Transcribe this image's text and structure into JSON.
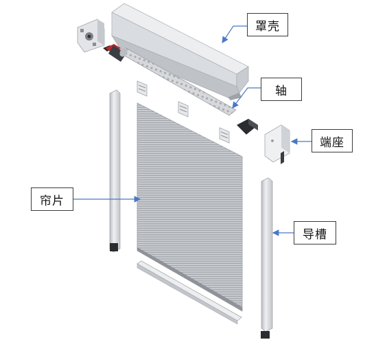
{
  "labels": {
    "cover": "罩壳",
    "shaft": "轴",
    "end_seat": "端座",
    "curtain": "帘片",
    "guide_rail": "导槽"
  },
  "colors": {
    "leader": "#4a78c4",
    "frame_light": "#e4e6e9",
    "frame_mid": "#c9ccd1",
    "frame_dark": "#a7abb1",
    "curtain": "#c3c6ca",
    "accent_red": "#c1272d"
  }
}
